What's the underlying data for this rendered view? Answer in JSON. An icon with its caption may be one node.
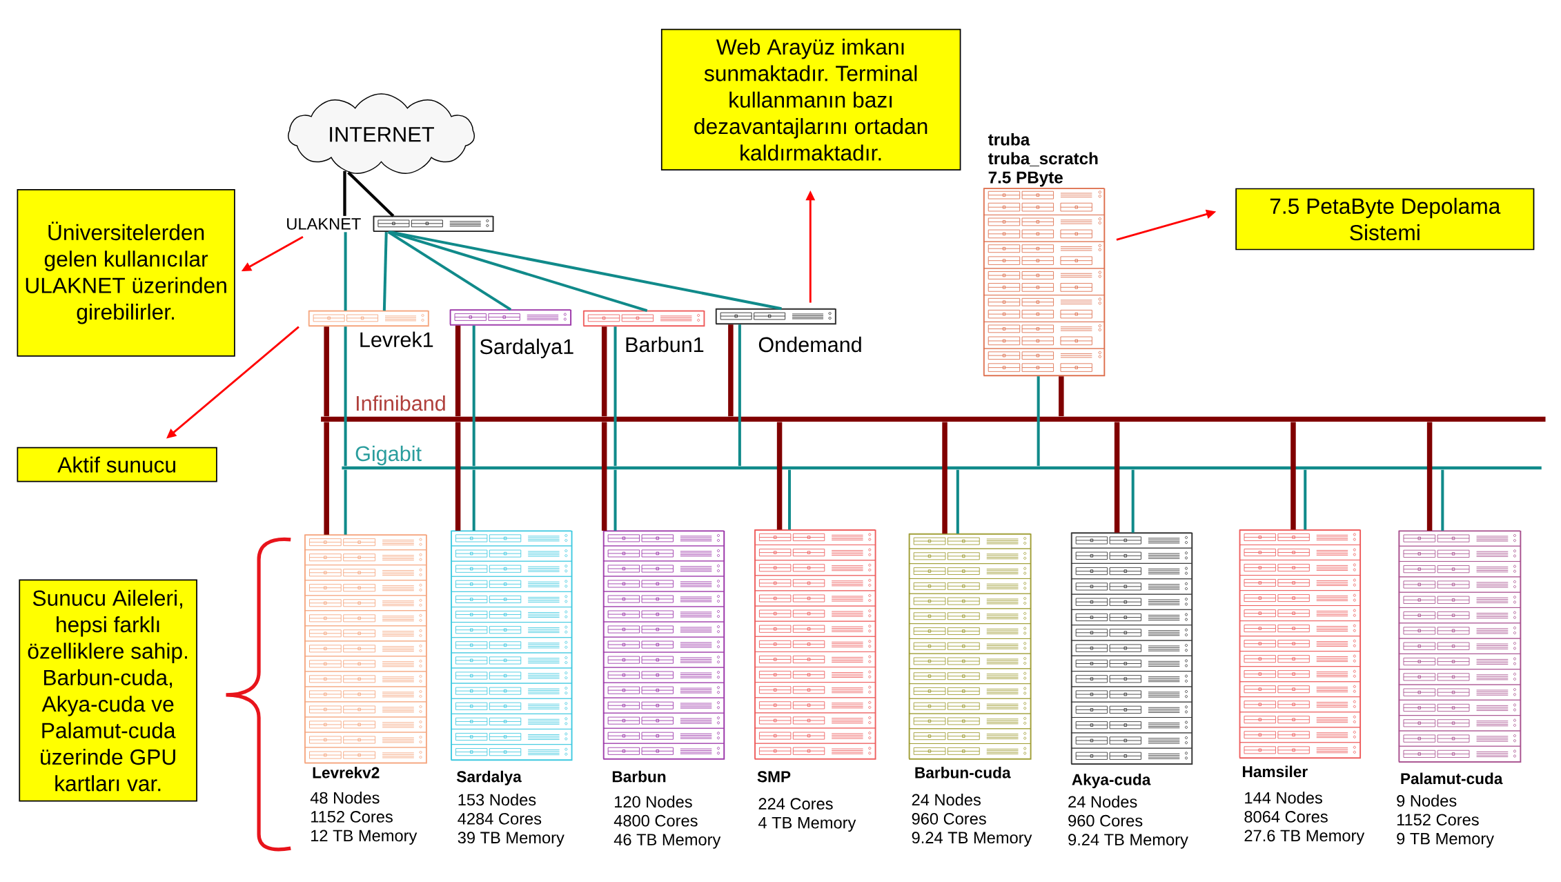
{
  "diagram": {
    "nodes": [
      {
        "text": [
          "Web Arayüz imkanı sunmaktadır. Terminal kullanmanın bazı dezavantajlarını ortadan kaldırmaktadır."
        ]
      },
      {
        "text": [
          "INTERNET"
        ]
      },
      {
        "text": [
          "truba",
          "truba_scratch",
          "7.5 PByte"
        ]
      },
      {
        "text": [
          "Üniversitelerden gelen kullanıcılar ULAKNET üzerinden girebilirler."
        ]
      },
      {
        "text": [
          "ULAKNET"
        ]
      },
      {
        "text": [],
        "shape": "box"
      },
      {
        "text": [
          "7.5 PetaByte Depolama Sistemi"
        ]
      },
      {
        "text": [
          "Levrek1"
        ]
      },
      {
        "text": [
          "Sardalya1"
        ]
      },
      {
        "text": [
          "Barbun1"
        ]
      },
      {
        "text": [
          "Ondemand"
        ]
      },
      {
        "text": [
          "Infiniband"
        ]
      },
      {
        "text": [
          "Aktif sunucu"
        ]
      },
      {
        "text": [
          "Gigabit"
        ]
      },
      {
        "text": [
          "Sunucu Aileleri, hepsi farklı özelliklere sahip. Barbun-cuda, Akya-cuda ve Palamut-cuda üzerinde GPU kartları var."
        ]
      },
      {
        "text": [
          "Levrekv2"
        ],
        "beside": [
          "48 Nodes",
          "1152 Cores",
          "12 TB Memory"
        ]
      },
      {
        "text": [
          "Sardalya"
        ],
        "beside": [
          "153 Nodes",
          "4284 Cores",
          "39 TB Memory"
        ]
      },
      {
        "text": [
          "Barbun"
        ],
        "beside": [
          "120 Nodes",
          "4800 Cores",
          "46 TB Memory"
        ]
      },
      {
        "text": [
          "SMP"
        ],
        "beside": [
          "224 Cores",
          "4 TB Memory"
        ]
      },
      {
        "text": [
          "Barbun-cuda"
        ],
        "beside": [
          "24 Nodes",
          "960 Cores",
          "9.24 TB Memory"
        ]
      },
      {
        "text": [
          "Akya-cuda"
        ],
        "beside": [
          "24 Nodes",
          "960 Cores",
          "9.24 TB Memory"
        ]
      },
      {
        "text": [
          "Hamsiler"
        ],
        "beside": [
          "144 Nodes",
          "8064 Cores",
          "27.6 TB Memory"
        ]
      },
      {
        "text": [
          "Palamut-cuda"
        ],
        "beside": [
          "9 Nodes",
          "1152 Cores",
          "9 TB Memory"
        ]
      }
    ],
    "edges": [
      {
        "from": 1,
        "to": 4,
        "arrow": "none",
        "color": "#000000"
      },
      {
        "from": 1,
        "to": 5,
        "arrow": "none",
        "color": "#000000"
      },
      {
        "from": 4,
        "to": 7,
        "arrow": "none"
      },
      {
        "from": 5,
        "to": 7,
        "arrow": "none"
      },
      {
        "from": 5,
        "to": 8,
        "arrow": "none"
      },
      {
        "from": 5,
        "to": 9,
        "arrow": "none"
      },
      {
        "from": 5,
        "to": 10,
        "arrow": "none"
      },
      {
        "from": 4,
        "to": 3,
        "arrow": "to",
        "color": "#ff0000"
      },
      {
        "from": 7,
        "to": 12,
        "arrow": "to",
        "color": "#ff0000"
      },
      {
        "from": 10,
        "to": 0,
        "arrow": "to",
        "color": "#ff0000"
      },
      {
        "from": 2,
        "to": 6,
        "arrow": "to",
        "color": "#ff0000"
      },
      {
        "from": 7,
        "to": 11,
        "arrow": "none",
        "style": "thick",
        "color": "#800000"
      },
      {
        "from": 8,
        "to": 11,
        "arrow": "none",
        "style": "thick",
        "color": "#800000"
      },
      {
        "from": 9,
        "to": 11,
        "arrow": "none",
        "style": "thick",
        "color": "#800000"
      },
      {
        "from": 10,
        "to": 11,
        "arrow": "none",
        "style": "thick",
        "color": "#800000"
      },
      {
        "from": 2,
        "to": 11,
        "arrow": "none",
        "style": "thick",
        "color": "#800000"
      },
      {
        "from": 15,
        "to": 11,
        "arrow": "none",
        "style": "thick",
        "color": "#800000"
      },
      {
        "from": 16,
        "to": 11,
        "arrow": "none",
        "style": "thick",
        "color": "#800000"
      },
      {
        "from": 17,
        "to": 11,
        "arrow": "none",
        "style": "thick",
        "color": "#800000"
      },
      {
        "from": 18,
        "to": 11,
        "arrow": "none",
        "style": "thick",
        "color": "#800000"
      },
      {
        "from": 19,
        "to": 11,
        "arrow": "none",
        "style": "thick",
        "color": "#800000"
      },
      {
        "from": 20,
        "to": 11,
        "arrow": "none",
        "style": "thick",
        "color": "#800000"
      },
      {
        "from": 21,
        "to": 11,
        "arrow": "none",
        "style": "thick",
        "color": "#800000"
      },
      {
        "from": 22,
        "to": 11,
        "arrow": "none",
        "style": "thick",
        "color": "#800000"
      },
      {
        "from": 7,
        "to": 13,
        "arrow": "none"
      },
      {
        "from": 8,
        "to": 13,
        "arrow": "none"
      },
      {
        "from": 9,
        "to": 13,
        "arrow": "none"
      },
      {
        "from": 10,
        "to": 13,
        "arrow": "none"
      },
      {
        "from": 2,
        "to": 13,
        "arrow": "none"
      },
      {
        "from": 15,
        "to": 13,
        "arrow": "none"
      },
      {
        "from": 16,
        "to": 13,
        "arrow": "none"
      },
      {
        "from": 17,
        "to": 13,
        "arrow": "none"
      },
      {
        "from": 18,
        "to": 13,
        "arrow": "none"
      },
      {
        "from": 19,
        "to": 13,
        "arrow": "none"
      },
      {
        "from": 20,
        "to": 13,
        "arrow": "none"
      },
      {
        "from": 21,
        "to": 13,
        "arrow": "none"
      },
      {
        "from": 22,
        "to": 13,
        "arrow": "none"
      }
    ]
  }
}
